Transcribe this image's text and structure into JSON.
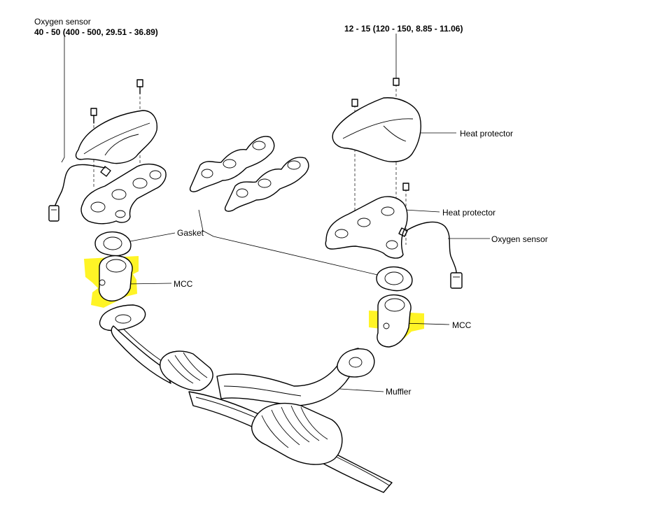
{
  "labels": {
    "oxygen_sensor_left_title": "Oxygen sensor",
    "oxygen_sensor_left_torque": "40 - 50 (400 - 500, 29.51 - 36.89)",
    "bolt_torque_right": "12 - 15 (120 - 150, 8.85 - 11.06)",
    "heat_protector_upper": "Heat protector",
    "heat_protector_lower": "Heat protector",
    "oxygen_sensor_right": "Oxygen sensor",
    "gasket": "Gasket",
    "mcc_left": "MCC",
    "mcc_right": "MCC",
    "muffler": "Muffler"
  },
  "colors": {
    "highlight": "#fff200",
    "line": "#000000",
    "background": "#ffffff"
  }
}
